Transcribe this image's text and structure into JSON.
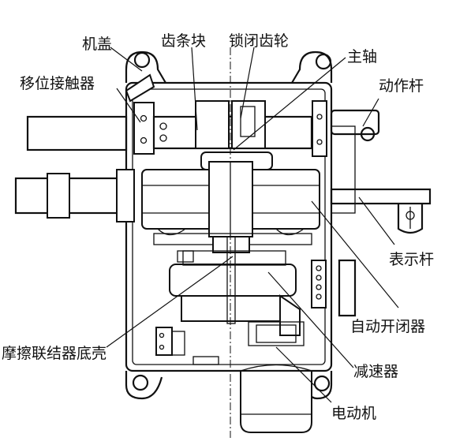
{
  "labels": {
    "machine_cover": "机盖",
    "rack_block": "齿条块",
    "locking_gear": "锁闭齿轮",
    "main_shaft": "主轴",
    "shift_contact": "移位接触器",
    "action_rod": "动作杆",
    "indicator_rod": "表示杆",
    "auto_switch": "自动开闭器",
    "friction_coupling_base": "摩擦联结器底壳",
    "reducer": "减速器",
    "motor": "电动机"
  },
  "colors": {
    "line": "#111111",
    "background": "#ffffff"
  }
}
